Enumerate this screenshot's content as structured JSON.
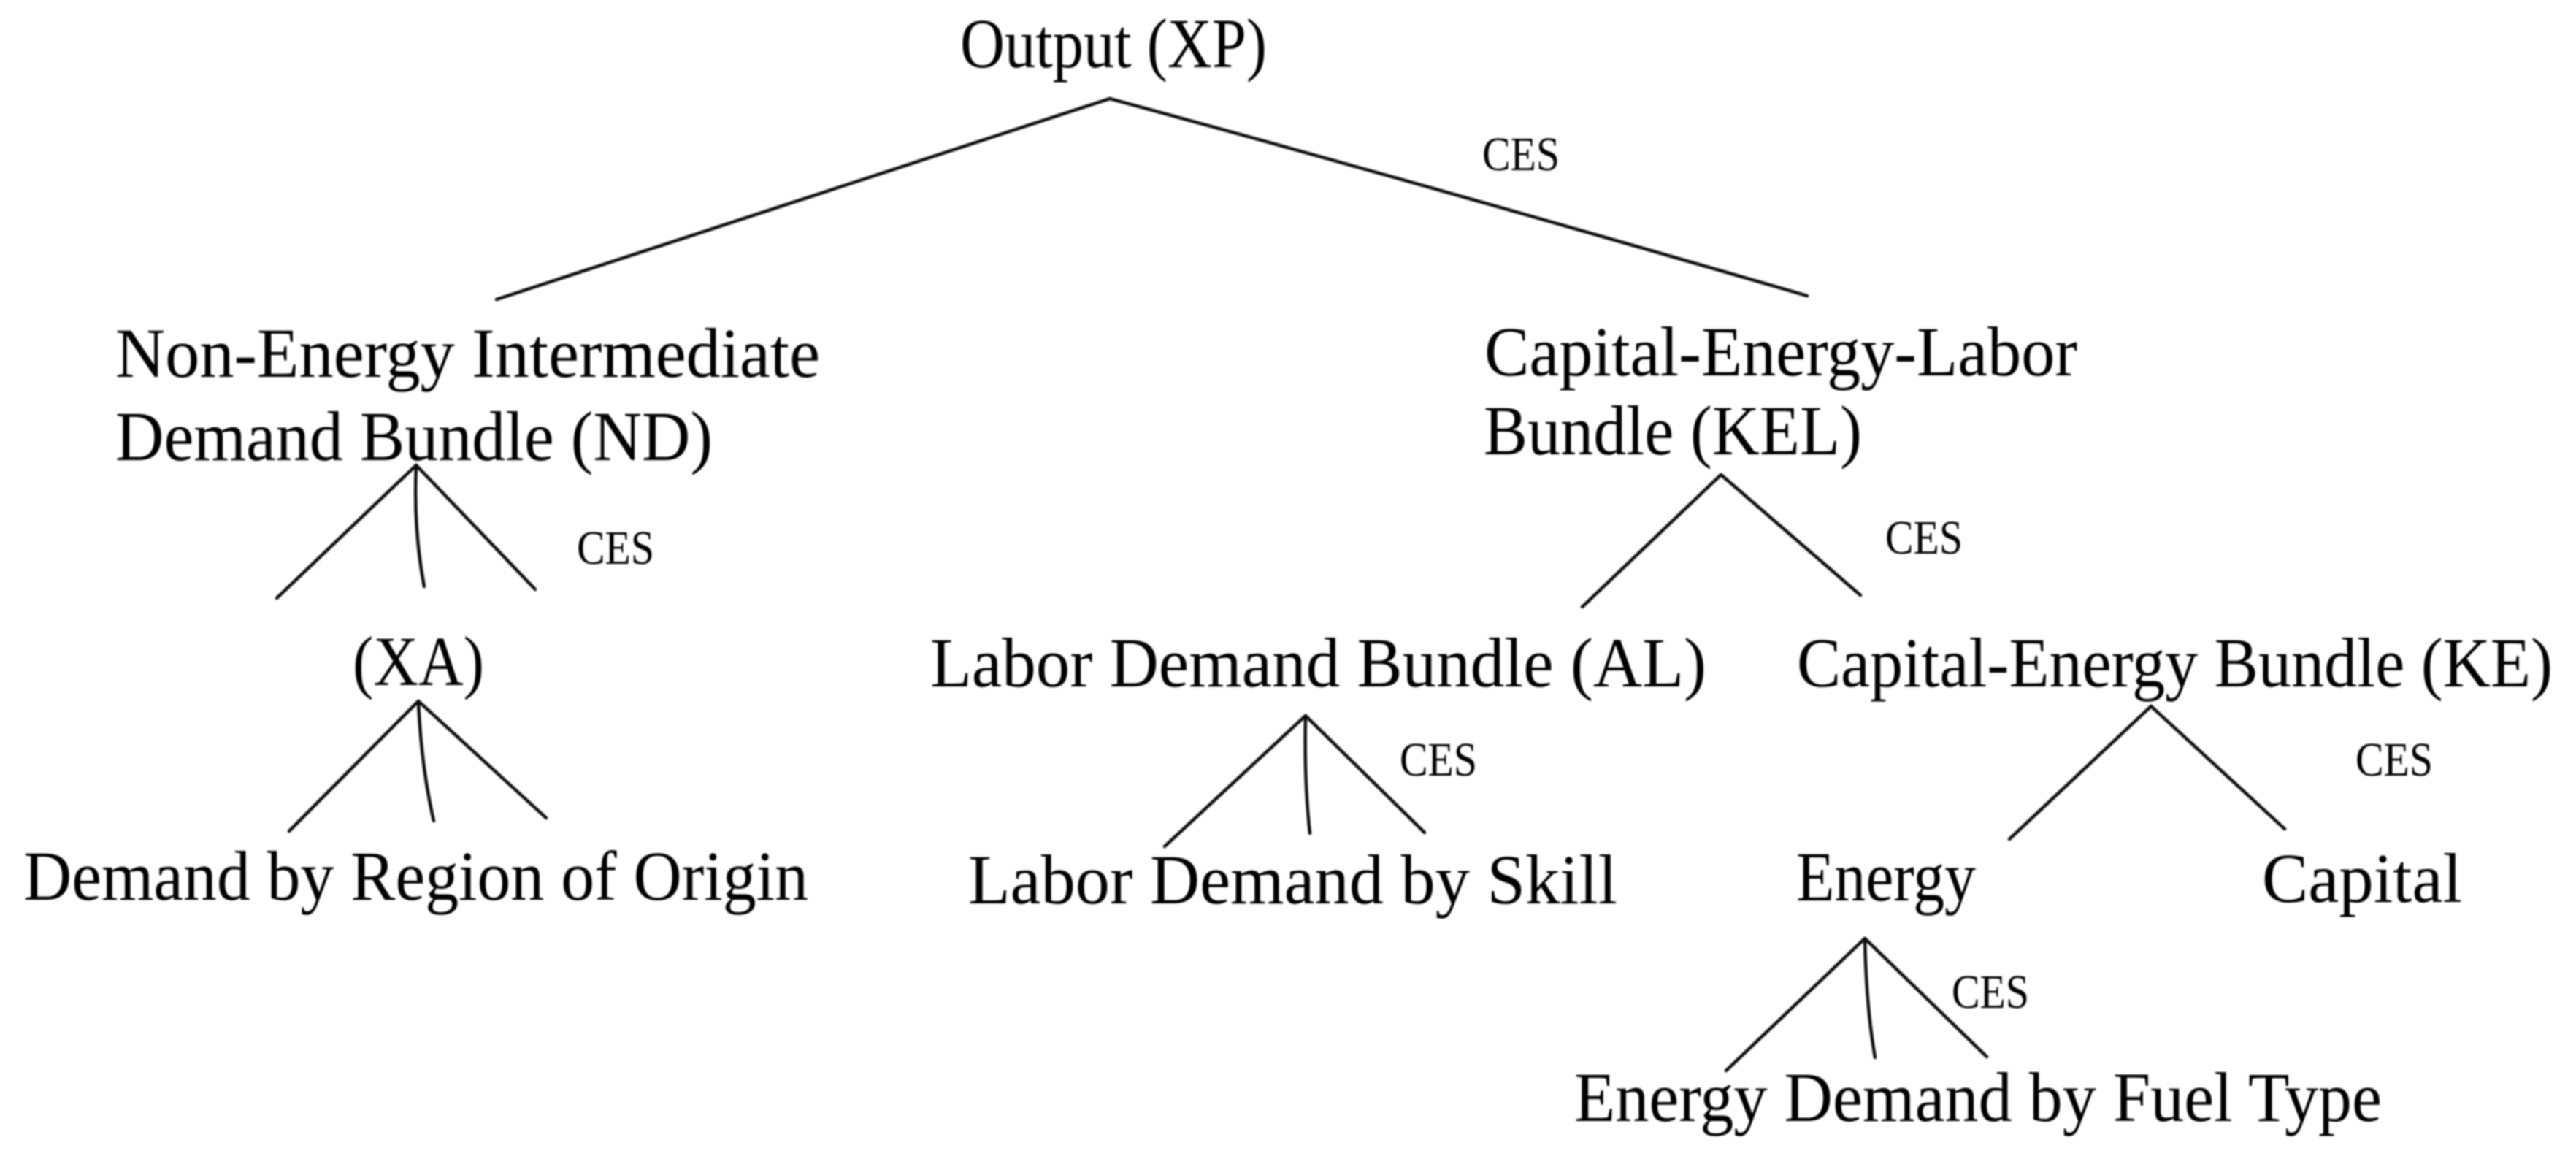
{
  "diagram": {
    "type": "tree",
    "description": "Nested CES production structure",
    "function_label": "CES",
    "nodes": {
      "output": {
        "label": "Output (XP)"
      },
      "nd": {
        "line1": "Non-Energy Intermediate",
        "line2": "Demand Bundle (ND)"
      },
      "kel": {
        "line1": "Capital-Energy-Labor",
        "line2": "Bundle (KEL)"
      },
      "xa": {
        "label": "(XA)"
      },
      "al": {
        "label": "Labor Demand Bundle (AL)"
      },
      "ke": {
        "label": "Capital-Energy Bundle (KE)"
      },
      "region": {
        "label": "Demand by Region of Origin"
      },
      "skill": {
        "label": "Labor Demand by Skill"
      },
      "energy": {
        "label": "Energy"
      },
      "capital": {
        "label": "Capital"
      },
      "fuel": {
        "label": "Energy Demand by Fuel Type"
      }
    },
    "edges": [
      {
        "from": "output",
        "to": [
          "nd",
          "kel"
        ],
        "label": "CES"
      },
      {
        "from": "nd",
        "to": [
          "xa"
        ],
        "label": "CES",
        "style": "fan3"
      },
      {
        "from": "xa",
        "to": [
          "region"
        ],
        "label": "",
        "style": "fan3"
      },
      {
        "from": "kel",
        "to": [
          "al",
          "ke"
        ],
        "label": "CES"
      },
      {
        "from": "al",
        "to": [
          "skill"
        ],
        "label": "CES",
        "style": "fan3"
      },
      {
        "from": "ke",
        "to": [
          "energy",
          "capital"
        ],
        "label": "CES"
      },
      {
        "from": "energy",
        "to": [
          "fuel"
        ],
        "label": "CES",
        "style": "fan3"
      }
    ]
  }
}
